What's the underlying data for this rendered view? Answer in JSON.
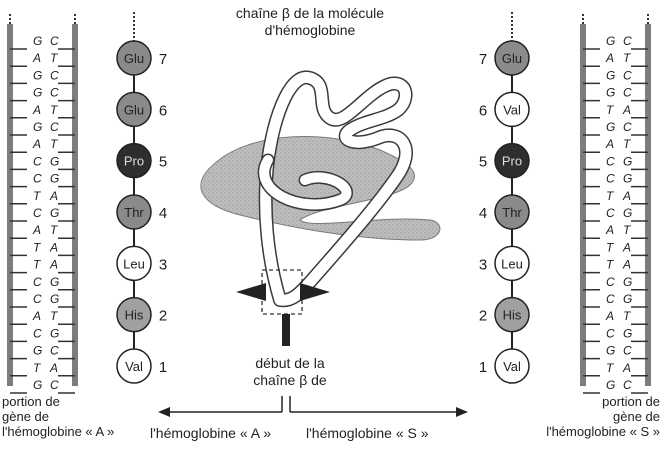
{
  "title": {
    "line1": "chaîne β de la molécule",
    "line2": "d'hémoglobine"
  },
  "center_caption": {
    "line1": "début de la",
    "line2": "chaîne β de"
  },
  "bottom": {
    "left_hemoglobin": "l'hémoglobine « A »",
    "right_hemoglobin": "l'hémoglobine « S »"
  },
  "left_caption": {
    "line1": "portion",
    "line2": "de",
    "line3": "gène de",
    "line4": "l'hémoglobine « A »"
  },
  "right_caption": {
    "line1": "portion de",
    "line2": "gène de",
    "line3": "l'hémoglobine « S »"
  },
  "left_gene": {
    "strand1": [
      "G",
      "A",
      "G",
      "G",
      "A",
      "G",
      "A",
      "C",
      "C",
      "T",
      "C",
      "A",
      "T",
      "T",
      "C",
      "C",
      "A",
      "C",
      "G",
      "T",
      "G"
    ],
    "strand2": [
      "C",
      "T",
      "C",
      "C",
      "T",
      "C",
      "T",
      "G",
      "G",
      "A",
      "G",
      "T",
      "A",
      "A",
      "G",
      "G",
      "T",
      "G",
      "C",
      "A",
      "C"
    ]
  },
  "right_gene": {
    "strand1": [
      "G",
      "A",
      "G",
      "G",
      "T",
      "G",
      "A",
      "C",
      "C",
      "T",
      "C",
      "A",
      "T",
      "T",
      "C",
      "C",
      "A",
      "C",
      "G",
      "T",
      "G"
    ],
    "strand2": [
      "C",
      "T",
      "C",
      "C",
      "A",
      "C",
      "T",
      "G",
      "G",
      "A",
      "G",
      "T",
      "A",
      "A",
      "G",
      "G",
      "T",
      "G",
      "C",
      "A",
      "C"
    ]
  },
  "left_chain": [
    {
      "name": "Glu",
      "num": "7",
      "shade": "#8a8a8a"
    },
    {
      "name": "Glu",
      "num": "6",
      "shade": "#8a8a8a"
    },
    {
      "name": "Pro",
      "num": "5",
      "shade": "#2e2e2e"
    },
    {
      "name": "Thr",
      "num": "4",
      "shade": "#8a8a8a"
    },
    {
      "name": "Leu",
      "num": "3",
      "shade": "#ffffff"
    },
    {
      "name": "His",
      "num": "2",
      "shade": "#a0a0a0"
    },
    {
      "name": "Val",
      "num": "1",
      "shade": "#ffffff"
    }
  ],
  "right_chain": [
    {
      "name": "Glu",
      "num": "7",
      "shade": "#8a8a8a"
    },
    {
      "name": "Val",
      "num": "6",
      "shade": "#ffffff"
    },
    {
      "name": "Pro",
      "num": "5",
      "shade": "#2e2e2e"
    },
    {
      "name": "Thr",
      "num": "4",
      "shade": "#8a8a8a"
    },
    {
      "name": "Leu",
      "num": "3",
      "shade": "#ffffff"
    },
    {
      "name": "His",
      "num": "2",
      "shade": "#a0a0a0"
    },
    {
      "name": "Val",
      "num": "1",
      "shade": "#ffffff"
    }
  ]
}
